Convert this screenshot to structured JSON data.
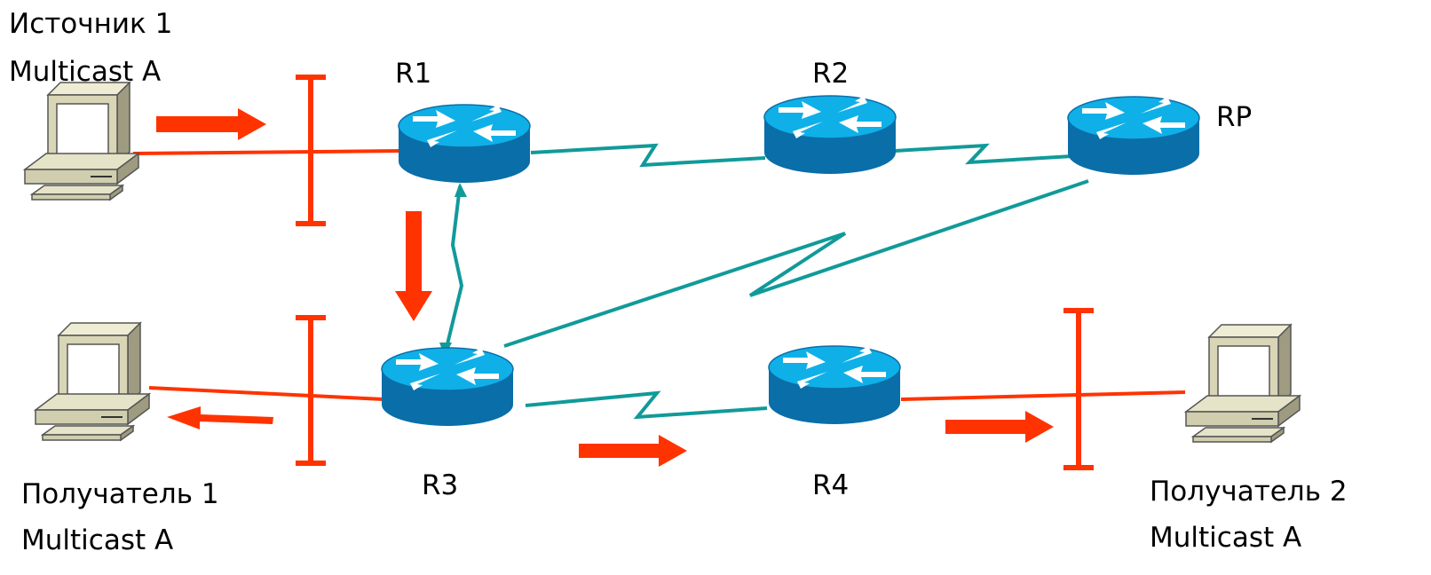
{
  "labels": {
    "source": {
      "line1": "Источник 1",
      "line2": "Multicast  A"
    },
    "receiver1": {
      "line1": "Получатель 1",
      "line2": "Multicast A"
    },
    "receiver2": {
      "line1": "Получатель 2",
      "line2": "Multicast A"
    },
    "routers": {
      "r1": "R1",
      "r2": "R2",
      "r3": "R3",
      "r4": "R4",
      "rp": "RP"
    }
  },
  "colors": {
    "background": "#ffffff",
    "lan_segment": "#ff3300",
    "wan_link": "#119a9a",
    "flow_arrow": "#ff3300",
    "router_top": "#0fb0e8",
    "router_side": "#0a6ea8",
    "pc_body": "#d8d6b6",
    "pc_dark": "#8a8770"
  }
}
